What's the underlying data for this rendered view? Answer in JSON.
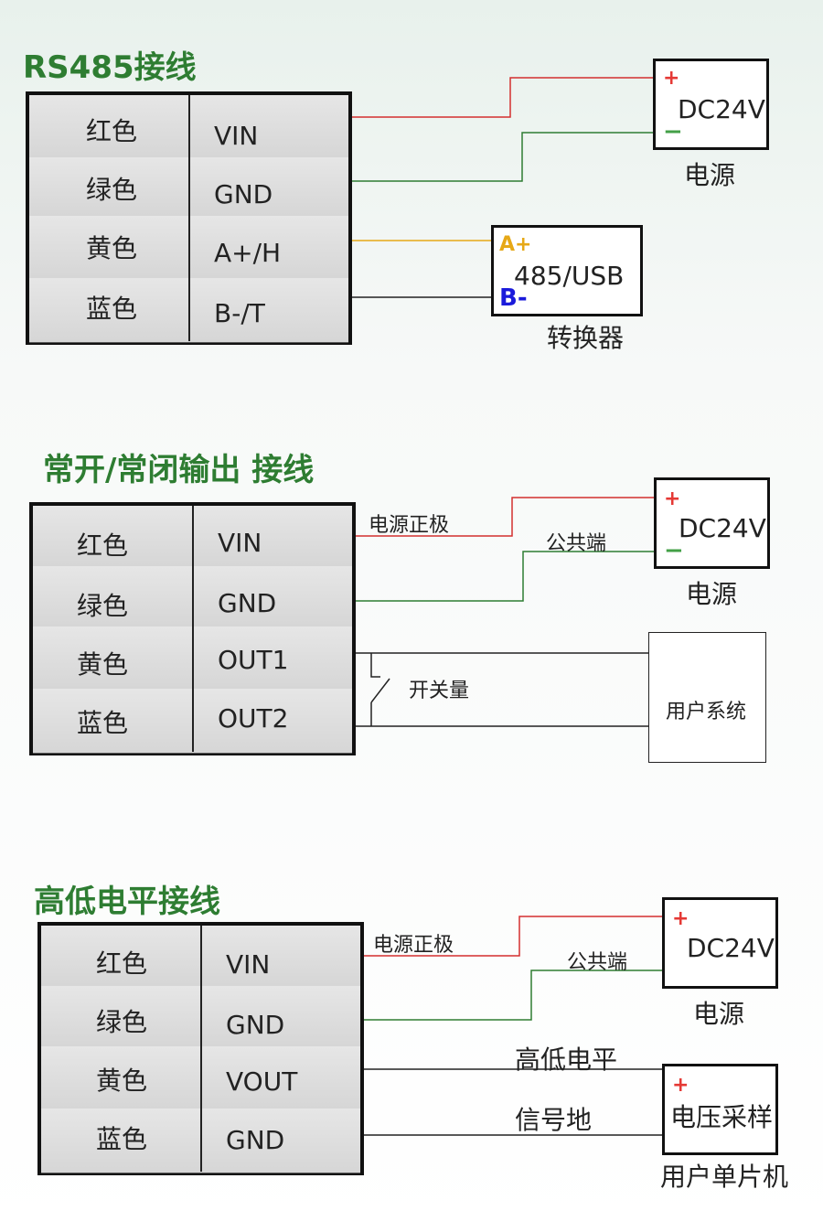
{
  "rs485": {
    "title": "RS485接线",
    "rows": [
      {
        "color": "红色",
        "signal": "VIN"
      },
      {
        "color": "绿色",
        "signal": "GND"
      },
      {
        "color": "黄色",
        "signal": "A+/H"
      },
      {
        "color": "蓝色",
        "signal": "B-/T"
      }
    ],
    "power": {
      "plus": "+",
      "minus": "−",
      "label": "DC24V",
      "caption": "电源"
    },
    "converter": {
      "a": "A+",
      "b": "B-",
      "label": "485/USB",
      "caption": "转换器"
    }
  },
  "switch_output": {
    "title": "常开/常闭输出 接线",
    "rows": [
      {
        "color": "红色",
        "signal": "VIN"
      },
      {
        "color": "绿色",
        "signal": "GND"
      },
      {
        "color": "黄色",
        "signal": "OUT1"
      },
      {
        "color": "蓝色",
        "signal": "OUT2"
      }
    ],
    "wire_labels": {
      "positive": "电源正极",
      "common": "公共端",
      "switch": "开关量"
    },
    "power": {
      "plus": "+",
      "minus": "−",
      "label": "DC24V",
      "caption": "电源"
    },
    "user_system": "用户系统"
  },
  "level_output": {
    "title": "高低电平接线",
    "rows": [
      {
        "color": "红色",
        "signal": "VIN"
      },
      {
        "color": "绿色",
        "signal": "GND"
      },
      {
        "color": "黄色",
        "signal": "VOUT"
      },
      {
        "color": "蓝色",
        "signal": "GND"
      }
    ],
    "wire_labels": {
      "positive": "电源正极",
      "common": "公共端",
      "level": "高低电平",
      "signal_ground": "信号地"
    },
    "power": {
      "plus": "+",
      "label": "DC24V",
      "caption": "电源"
    },
    "sampler": {
      "plus": "+",
      "label": "电压采样",
      "caption": "用户单片机"
    }
  },
  "colors": {
    "red_wire": "#d32f2f",
    "green_wire": "#2e7d32",
    "yellow_wire": "#e6a817",
    "black_wire": "#222222",
    "title": "#2e7d32",
    "converter_a": "#e6a817",
    "converter_b": "#1a1adb"
  }
}
